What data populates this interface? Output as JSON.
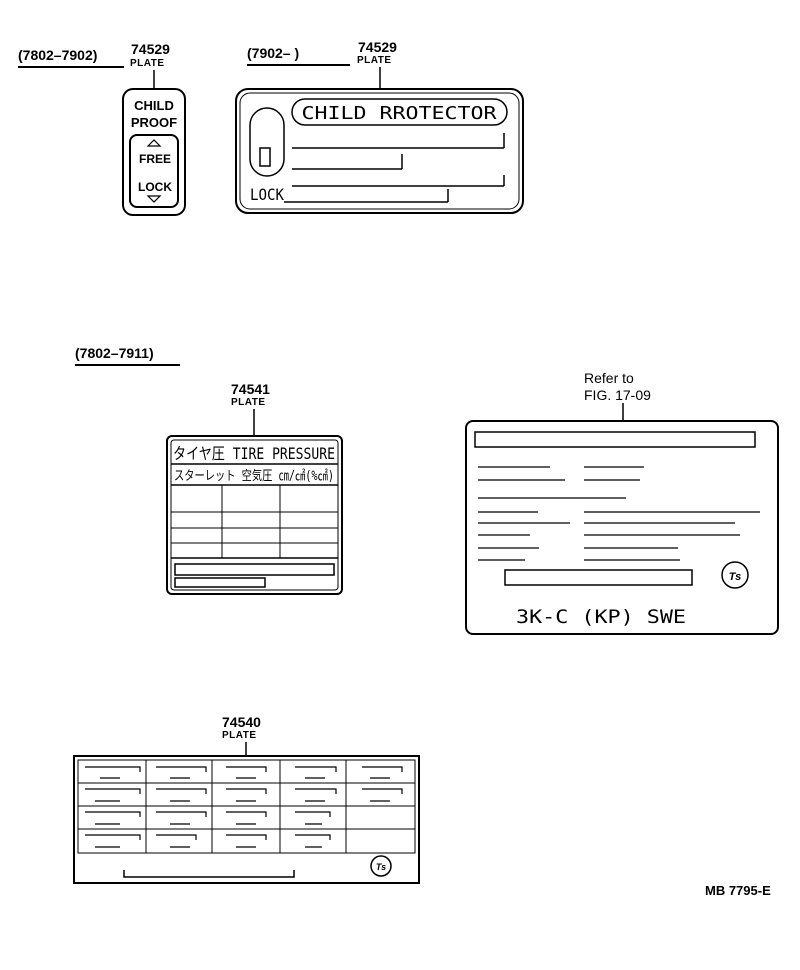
{
  "header_left": {
    "range": "(7802–7902)",
    "part_no": "74529",
    "part_type": "PLATE"
  },
  "header_right": {
    "range": "(7902–      )",
    "part_no": "74529",
    "part_type": "PLATE"
  },
  "child_proof_plate": {
    "line1": "CHILD",
    "line2": "PROOF",
    "free": "FREE",
    "lock": "LOCK"
  },
  "child_protector_plate": {
    "title": "CHILD  RROTECTOR",
    "lock": "LOCK"
  },
  "section_range": "(7802–7911)",
  "tire_plate": {
    "part_no": "74541",
    "part_type": "PLATE",
    "title": "タイヤ圧 TIRE PRESSURE",
    "subtitle": "スターレット 空気圧 ㎝/㎠(%㎠)"
  },
  "ref_plate": {
    "ref_line1": "Refer to",
    "ref_line2": "FIG. 17-09",
    "code": "3K-C   (KP)   SWE"
  },
  "plate_74540": {
    "part_no": "74540",
    "part_type": "PLATE"
  },
  "footer": {
    "drawing_no": "MB  7795-E"
  }
}
